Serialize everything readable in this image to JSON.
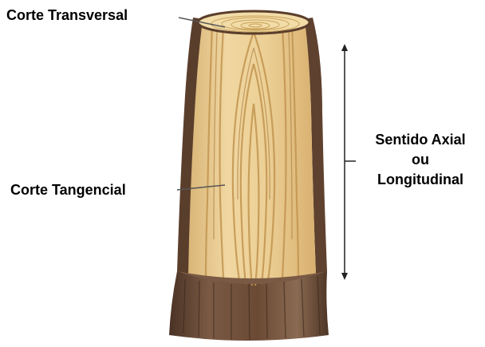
{
  "labels": {
    "transversal": "Corte Transversal",
    "tangencial": "Corte Tangencial",
    "axial_line1": "Sentido Axial",
    "axial_line2": "ou",
    "axial_line3": "Longitudinal"
  },
  "colors": {
    "bark": "#6b4a35",
    "bark_dark": "#4a3224",
    "bark_light": "#8a6a52",
    "wood": "#e6c888",
    "wood_light": "#f2dca8",
    "grain": "#c9a25a",
    "leader": "#555555",
    "arrow": "#222222"
  }
}
